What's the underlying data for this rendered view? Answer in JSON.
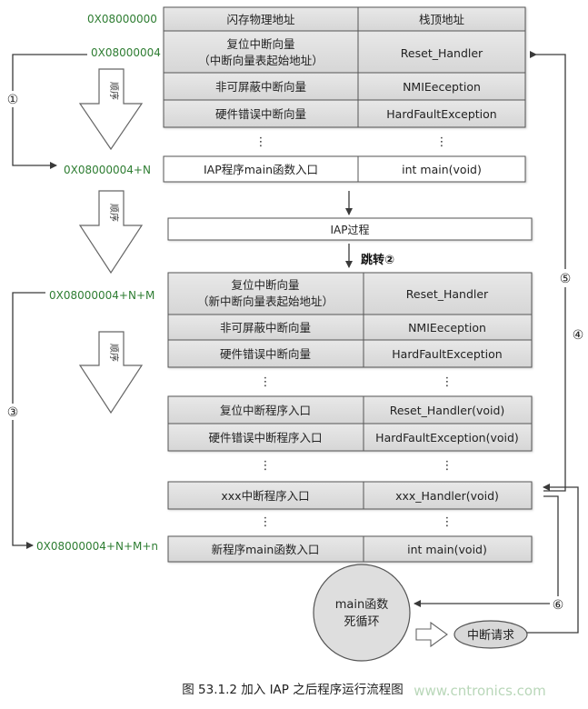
{
  "addresses": {
    "a0": "0X08000000",
    "a4": "0X08000004",
    "a4n": "0X08000004+N",
    "a4nm": "0X08000004+N+M",
    "a4nmn": "0X08000004+N+M+n"
  },
  "top_table": {
    "header_left": "闪存物理地址",
    "header_right": "栈顶地址",
    "reset_left_line1": "复位中断向量",
    "reset_left_line2": "（中断向量表起始地址）",
    "reset_right": "Reset_Handler",
    "nmi_left": "非可屏蔽中断向量",
    "nmi_right": "NMIEeception",
    "hard_left": "硬件错误中断向量",
    "hard_right": "HardFaultException",
    "main_left": "IAP程序main函数入口",
    "main_right": "int main(void)"
  },
  "iap_process": "IAP过程",
  "jump_label": "跳转②",
  "new_table": {
    "reset_left_line1": "复位中断向量",
    "reset_left_line2": "（新中断向量表起始地址）",
    "reset_right": "Reset_Handler",
    "nmi_left": "非可屏蔽中断向量",
    "nmi_right": "NMIEeception",
    "hard_left": "硬件错误中断向量",
    "hard_right": "HardFaultException",
    "reset_entry_left": "复位中断程序入口",
    "reset_entry_right": "Reset_Handler(void)",
    "hard_entry_left": "硬件错误中断程序入口",
    "hard_entry_right": "HardFaultException(void)",
    "xxx_left": "xxx中断程序入口",
    "xxx_right": "xxx_Handler(void)",
    "newmain_left": "新程序main函数入口",
    "newmain_right": "int main(void)"
  },
  "vdots": "⋮",
  "order_label": "顺序",
  "steps": {
    "s1": "①",
    "s3": "③",
    "s4": "④",
    "s5": "⑤",
    "s6": "⑥"
  },
  "main_loop_line1": "main函数",
  "main_loop_line2": "死循环",
  "interrupt_request": "中断请求",
  "caption": "图 53.1.2  加入 IAP 之后程序运行流程图",
  "watermark": "www.cntronics.com",
  "colors": {
    "address_green": "#2e7d32",
    "line": "#3a3a3a",
    "shade": "#dcdcdc",
    "circle_fill": "#dedede",
    "watermark": "#b9d7b9"
  }
}
